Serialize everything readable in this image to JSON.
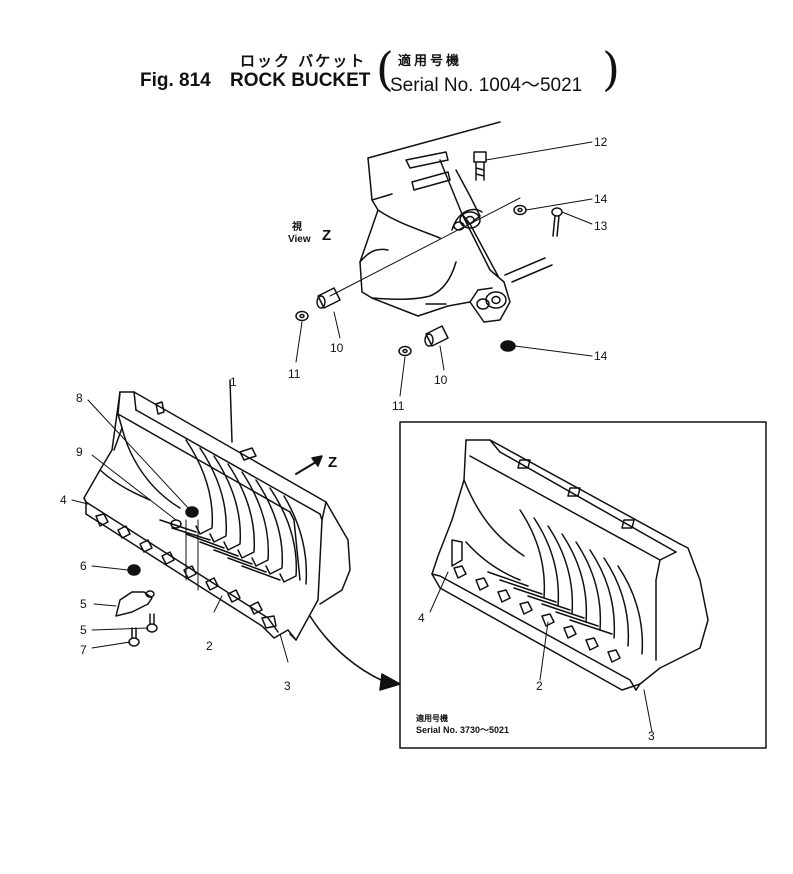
{
  "header": {
    "title_jp": "ロック バケット",
    "fig": "Fig. 814",
    "title_en": "ROCK BUCKET",
    "serial_jp": "適用号機",
    "serial_en": "Serial No. 1004～5021"
  },
  "view": {
    "kanji": "視",
    "label": "View",
    "letter": "Z",
    "arrow_letter": "Z"
  },
  "callouts": {
    "p1": "1",
    "p2": "2",
    "p3": "3",
    "p4": "4",
    "p5a": "5",
    "p5b": "5",
    "p6": "6",
    "p7": "7",
    "p8": "8",
    "p9": "9",
    "p10a": "10",
    "p10b": "10",
    "p11a": "11",
    "p11b": "11",
    "p12": "12",
    "p13": "13",
    "p14a": "14",
    "p14b": "14",
    "inset_p2": "2",
    "inset_p3": "3",
    "inset_p4": "4"
  },
  "inset": {
    "serial_jp": "適用号機",
    "serial_en": "Serial No. 3730～5021"
  }
}
